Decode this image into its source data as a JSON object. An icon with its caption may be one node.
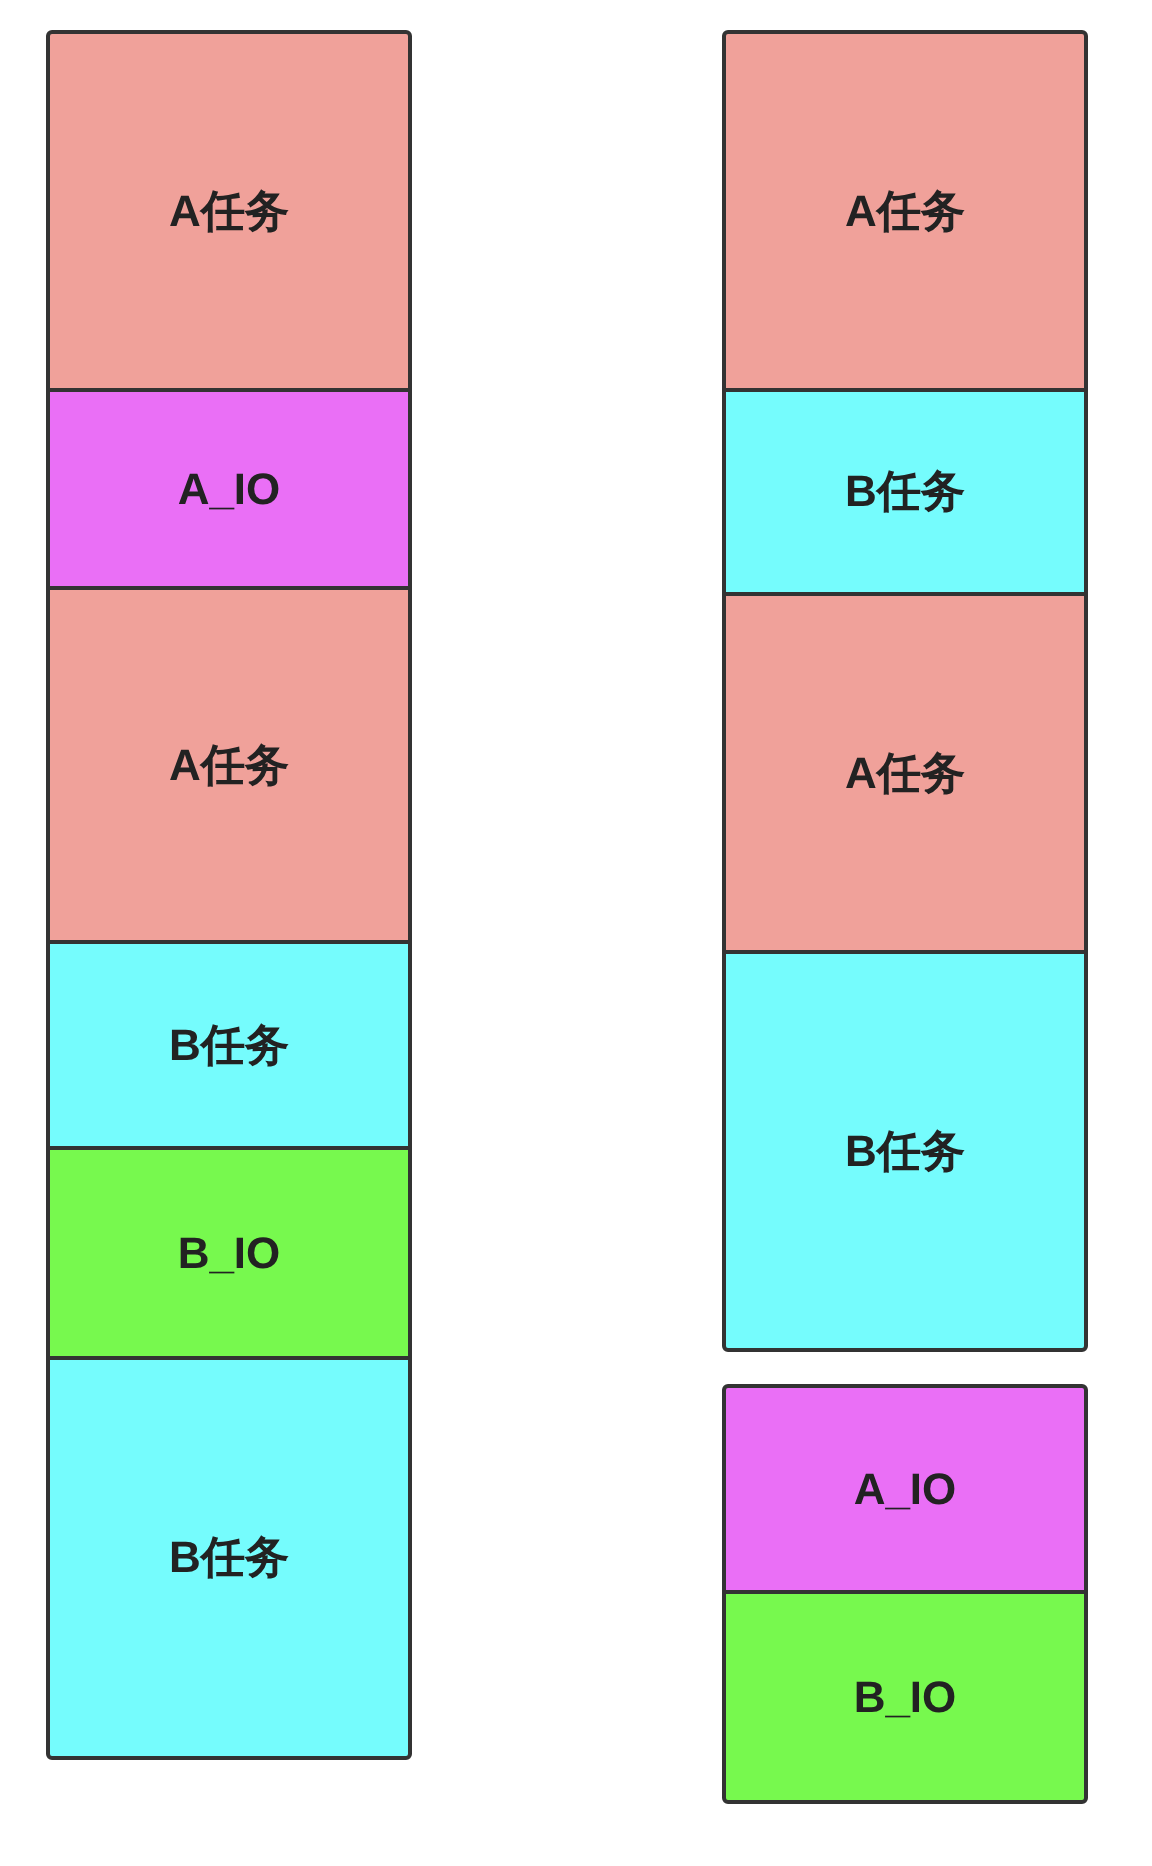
{
  "diagram": {
    "nodes": [
      {
        "text": [
          "A任务"
        ]
      },
      {
        "text": [
          "A_IO"
        ]
      },
      {
        "text": [
          "A任务"
        ]
      },
      {
        "text": [
          "B任务"
        ]
      },
      {
        "text": [
          "B_IO"
        ]
      },
      {
        "text": [
          "B任务"
        ]
      },
      {
        "text": [
          "A任务"
        ]
      },
      {
        "text": [
          "B任务"
        ]
      },
      {
        "text": [
          "A任务"
        ]
      },
      {
        "text": [
          "B任务"
        ]
      },
      {
        "text": [
          "A_IO"
        ]
      },
      {
        "text": [
          "B_IO"
        ]
      }
    ]
  }
}
